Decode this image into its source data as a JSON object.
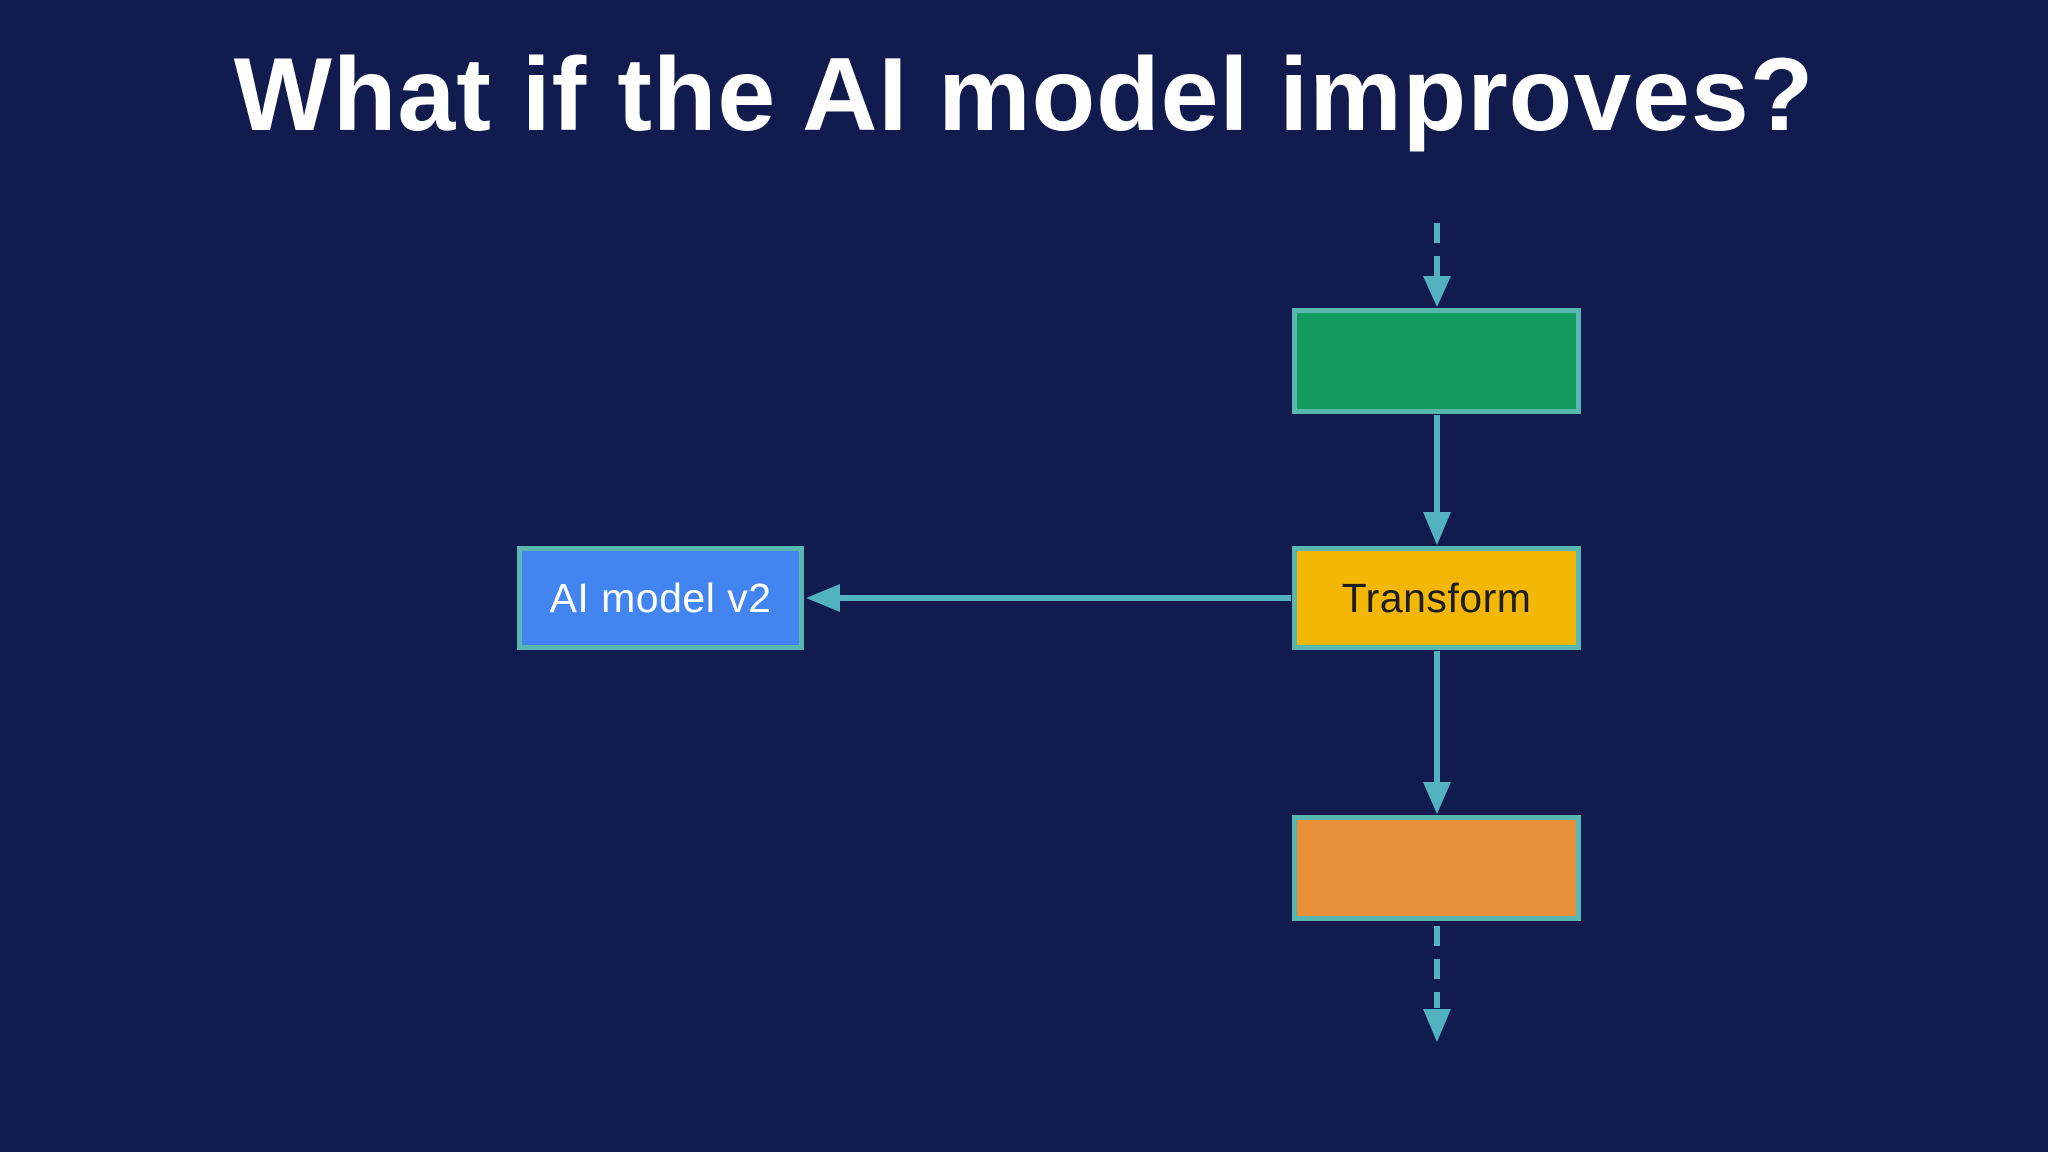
{
  "slide": {
    "title": "What if the AI model improves?"
  },
  "diagram": {
    "nodes": [
      {
        "id": "source-step",
        "label": "",
        "fill": "#129a5e"
      },
      {
        "id": "transform",
        "label": "Transform",
        "fill": "#f4b705",
        "text_color": "#1d1d1d"
      },
      {
        "id": "ai-model-v2",
        "label": "AI model v2",
        "fill": "#4285f0",
        "text_color": "#ffffff"
      },
      {
        "id": "sink-step",
        "label": "",
        "fill": "#e89038"
      }
    ],
    "edges": [
      {
        "from": "offscreen-top",
        "to": "source-step",
        "style": "dashed",
        "direction": "down"
      },
      {
        "from": "source-step",
        "to": "transform",
        "style": "solid",
        "direction": "down"
      },
      {
        "from": "transform",
        "to": "ai-model-v2",
        "style": "solid",
        "direction": "left"
      },
      {
        "from": "transform",
        "to": "sink-step",
        "style": "solid",
        "direction": "down"
      },
      {
        "from": "sink-step",
        "to": "offscreen-bottom",
        "style": "dashed",
        "direction": "down"
      }
    ],
    "colors": {
      "background": "#111b4d",
      "node_border": "#58b7b0",
      "arrow": "#53b2c0",
      "title_text": "#ffffff"
    }
  }
}
